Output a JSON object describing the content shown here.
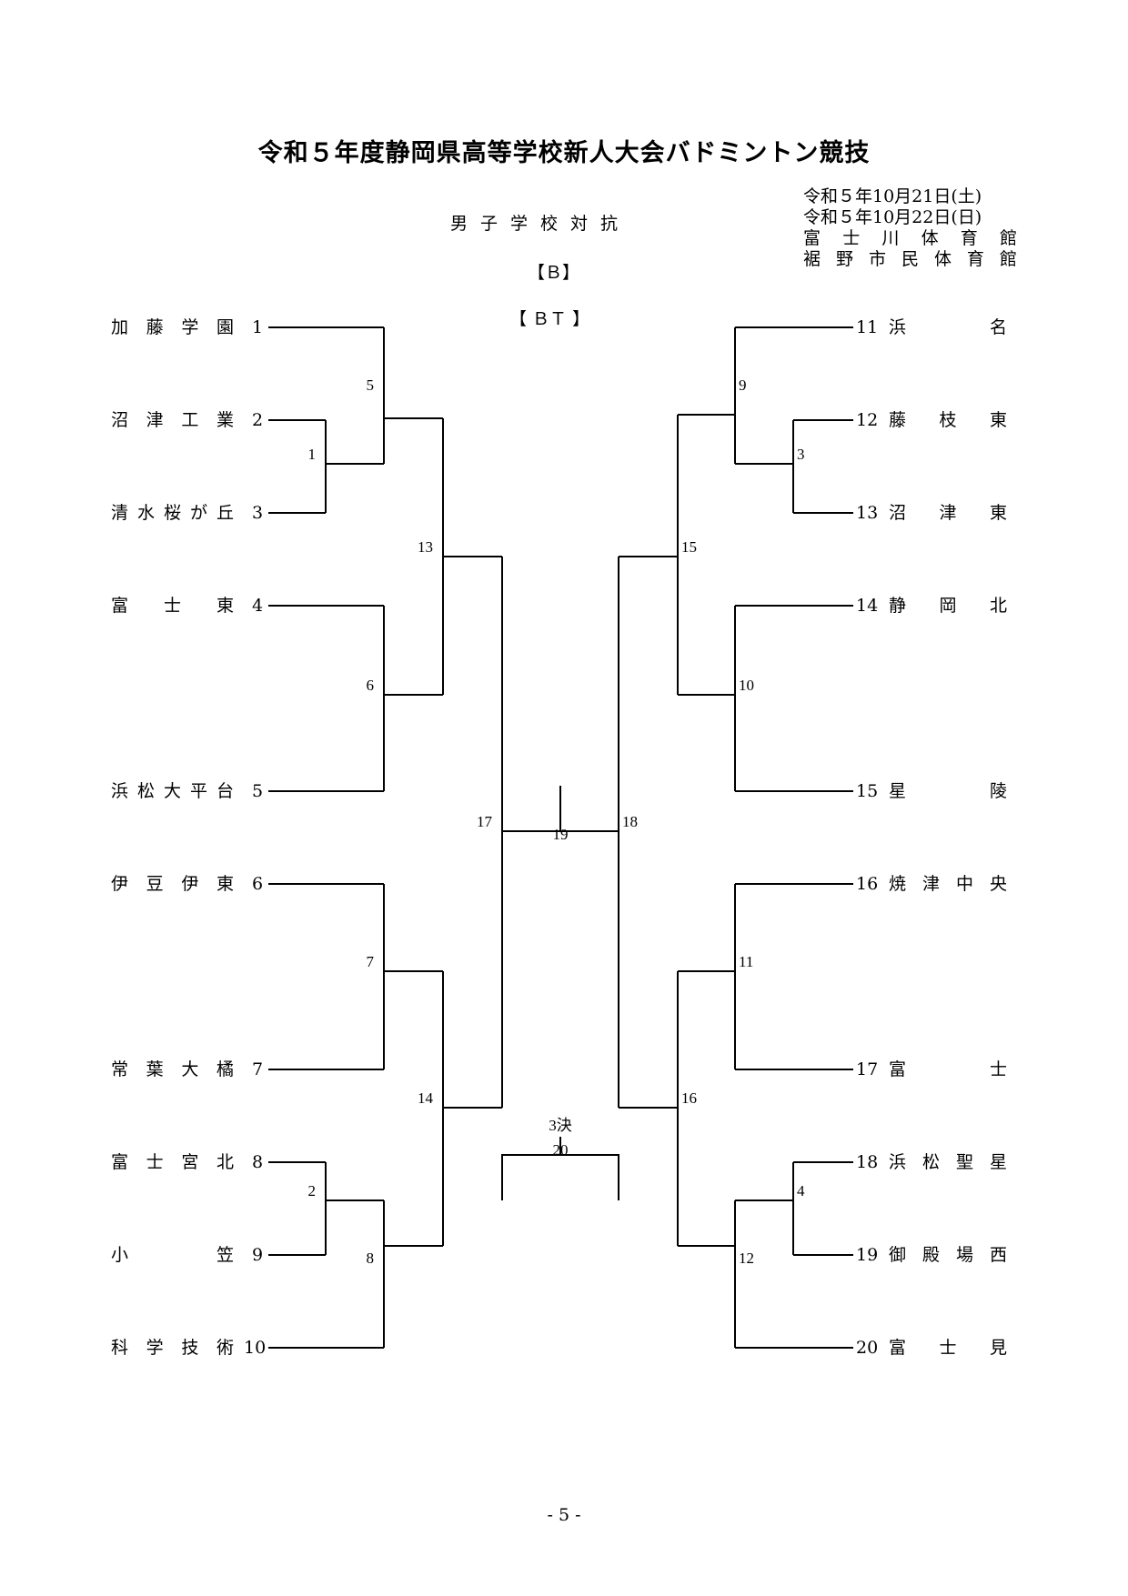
{
  "title": "令和５年度静岡県高等学校新人大会バドミントン競技",
  "event": "男子学校対抗",
  "block": "【Ｂ】",
  "bt": "【 ＢＴ 】",
  "dates": [
    "令和５年10月21日(土)",
    "令和５年10月22日(日)"
  ],
  "venues": [
    "富士川体育館",
    "裾野市民体育館"
  ],
  "left_teams": [
    {
      "no": "1",
      "name": "加藤学園"
    },
    {
      "no": "2",
      "name": "沼津工業"
    },
    {
      "no": "3",
      "name": "清水桜が丘"
    },
    {
      "no": "4",
      "name": "富士東"
    },
    {
      "no": "5",
      "name": "浜松大平台"
    },
    {
      "no": "6",
      "name": "伊豆伊東"
    },
    {
      "no": "7",
      "name": "常葉大橘"
    },
    {
      "no": "8",
      "name": "富士宮北"
    },
    {
      "no": "9",
      "name": "小笠"
    },
    {
      "no": "10",
      "name": "科学技術"
    }
  ],
  "right_teams": [
    {
      "no": "11",
      "name": "浜名"
    },
    {
      "no": "12",
      "name": "藤枝東"
    },
    {
      "no": "13",
      "name": "沼津東"
    },
    {
      "no": "14",
      "name": "静岡北"
    },
    {
      "no": "15",
      "name": "星陵"
    },
    {
      "no": "16",
      "name": "焼津中央"
    },
    {
      "no": "17",
      "name": "富士"
    },
    {
      "no": "18",
      "name": "浜松聖星"
    },
    {
      "no": "19",
      "name": "御殿場西"
    },
    {
      "no": "20",
      "name": "富士見"
    }
  ],
  "match_labels": [
    "1",
    "2",
    "3",
    "4",
    "5",
    "6",
    "7",
    "8",
    "9",
    "10",
    "11",
    "12",
    "13",
    "14",
    "15",
    "16",
    "17",
    "18",
    "19",
    "20"
  ],
  "third_place_label": "3決",
  "page_number": "- 5 -"
}
